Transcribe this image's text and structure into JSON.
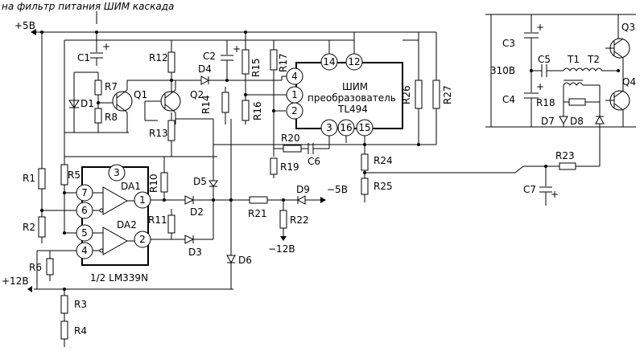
{
  "title": "на фильтр питания ШИМ каскада",
  "rails": {
    "plus5": "+5В",
    "plus12": "+12В",
    "minus5": "−5В",
    "minus12": "−12В",
    "hv": "310В"
  },
  "pwm": {
    "line1": "ШИМ",
    "line2": "преобразователь",
    "line3": "TL494"
  },
  "comparator": {
    "part": "1/2  LM339N",
    "a": "DA1",
    "b": "DA2"
  },
  "pins": {
    "p14": "14",
    "p12": "12",
    "p4": "4",
    "p1": "1",
    "p2": "2",
    "p3": "3",
    "p16": "16",
    "p15": "15",
    "c3": "3",
    "c7": "7",
    "c6": "6",
    "c1": "1",
    "c5": "5",
    "c4": "4",
    "c2": "2"
  },
  "labels": {
    "C1": "C1",
    "C2": "C2",
    "C3": "C3",
    "C4": "C4",
    "C5": "C5",
    "C6": "C6",
    "C7": "C7",
    "R1": "R1",
    "R2": "R2",
    "R3": "R3",
    "R4": "R4",
    "R5": "R5",
    "R6": "R6",
    "R7": "R7",
    "R8": "R8",
    "R10": "R10",
    "R11": "R11",
    "R12": "R12",
    "R13": "R13",
    "R14": "R14",
    "R15": "R15",
    "R16": "R16",
    "R17": "R17",
    "R18": "R18",
    "R19": "R19",
    "R20": "R20",
    "R21": "R21",
    "R22": "R22",
    "R23": "R23",
    "R24": "R24",
    "R25": "R25",
    "R26": "R26",
    "R27": "R27",
    "D1": "D1",
    "D2": "D2",
    "D3": "D3",
    "D4": "D4",
    "D5": "D5",
    "D6": "D6",
    "D7": "D7",
    "D8": "D8",
    "D9": "D9",
    "Q1": "Q1",
    "Q2": "Q2",
    "Q3": "Q3",
    "Q4": "Q4",
    "T1": "T1",
    "T2": "T2"
  }
}
